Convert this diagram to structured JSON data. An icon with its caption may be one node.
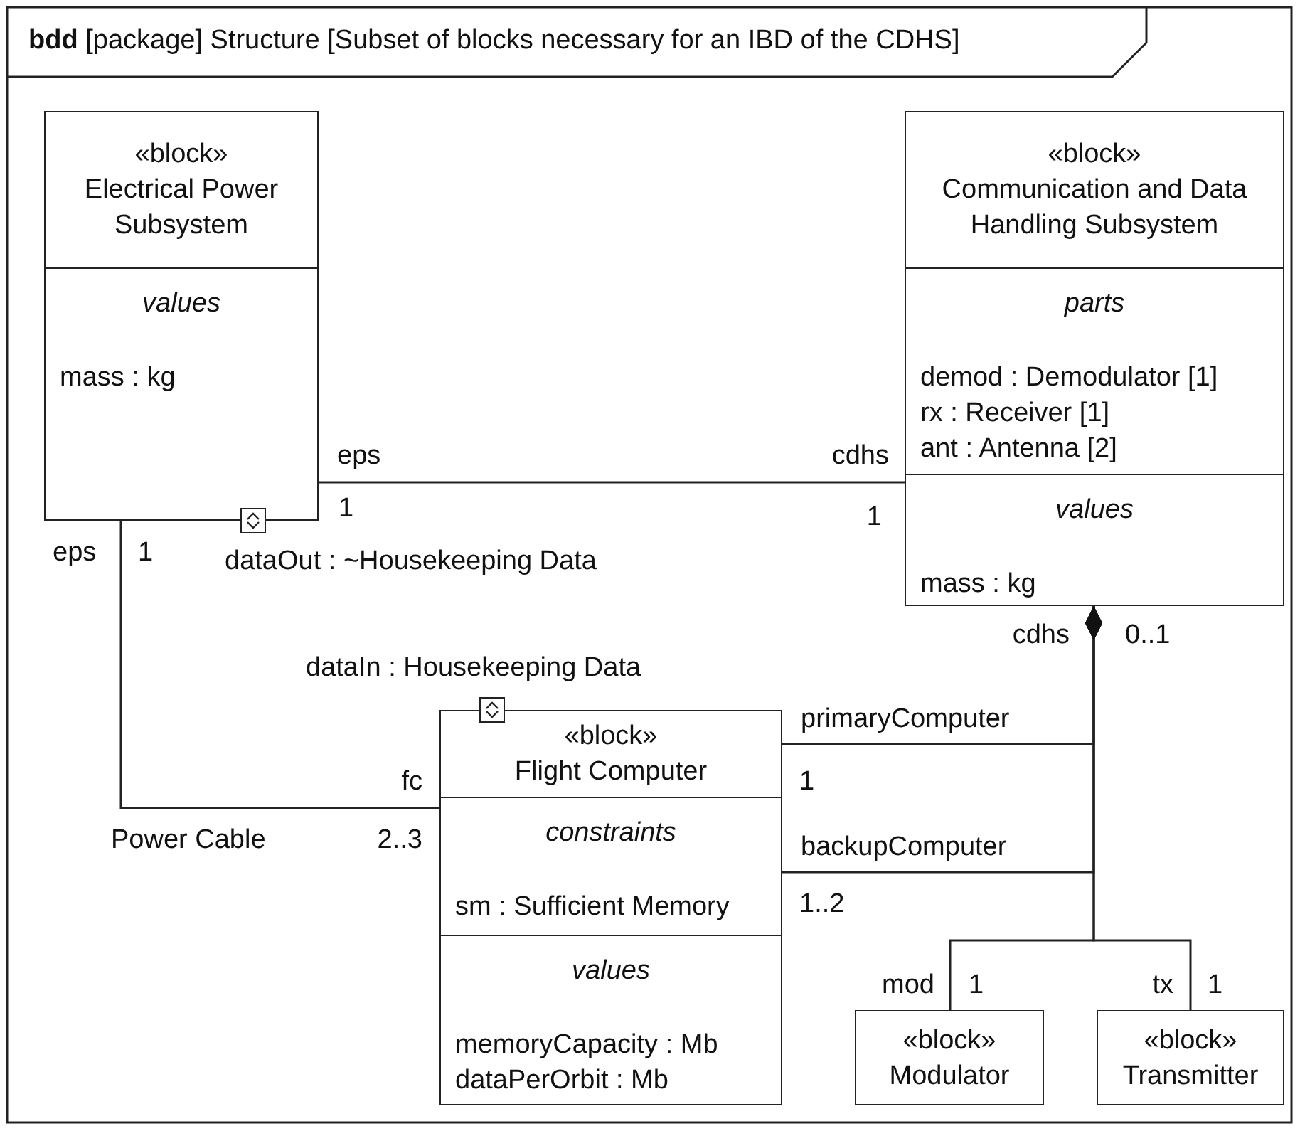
{
  "diagram": {
    "title": "**bdd** [package] Structure [Subset of blocks necessary for an IBD of the CDHS]",
    "nodes": [
      {
        "text": [
          "«block»",
          "Electrical Power Subsystem",
          "values",
          "mass : kg"
        ]
      },
      {
        "text": [
          "«block»",
          "Communication and Data Handling Subsystem",
          "parts",
          "demod : Demodulator [1]",
          "rx : Receiver [1]",
          "ant : Antenna [2]",
          "values",
          "mass : kg"
        ]
      },
      {
        "text": [],
        "shape": "box",
        "beside": [
          "dataOut : ~Housekeeping Data"
        ]
      },
      {
        "text": [
          "«block»",
          "Flight Computer",
          "constraints",
          "sm : Sufficient Memory",
          "values",
          "memoryCapacity : Mb",
          "dataPerOrbit : Mb"
        ]
      },
      {
        "text": [],
        "shape": "box",
        "beside": [
          "dataIn : Housekeeping Data"
        ]
      },
      {
        "text": [
          "«block»",
          "Modulator"
        ]
      },
      {
        "text": [
          "«block»",
          "Transmitter"
        ]
      }
    ],
    "edges": [
      {
        "from": 0,
        "to": 1,
        "arrow": "none"
      },
      {
        "from": 0,
        "to": 3,
        "arrow": "none",
        "label": "Power Cable"
      },
      {
        "from": 1,
        "to": 3,
        "arrow": "other"
      },
      {
        "from": 1,
        "to": 3,
        "arrow": "other"
      },
      {
        "from": 1,
        "to": 5,
        "arrow": "other"
      },
      {
        "from": 1,
        "to": 6,
        "arrow": "other"
      }
    ],
    "labels": [
      "eps",
      "cdhs",
      "1",
      "1",
      "eps",
      "1",
      "cdhs",
      "0..1",
      "primaryComputer",
      "fc",
      "1",
      "2..3",
      "backupComputer",
      "1..2",
      "mod",
      "1",
      "tx",
      "1"
    ]
  }
}
